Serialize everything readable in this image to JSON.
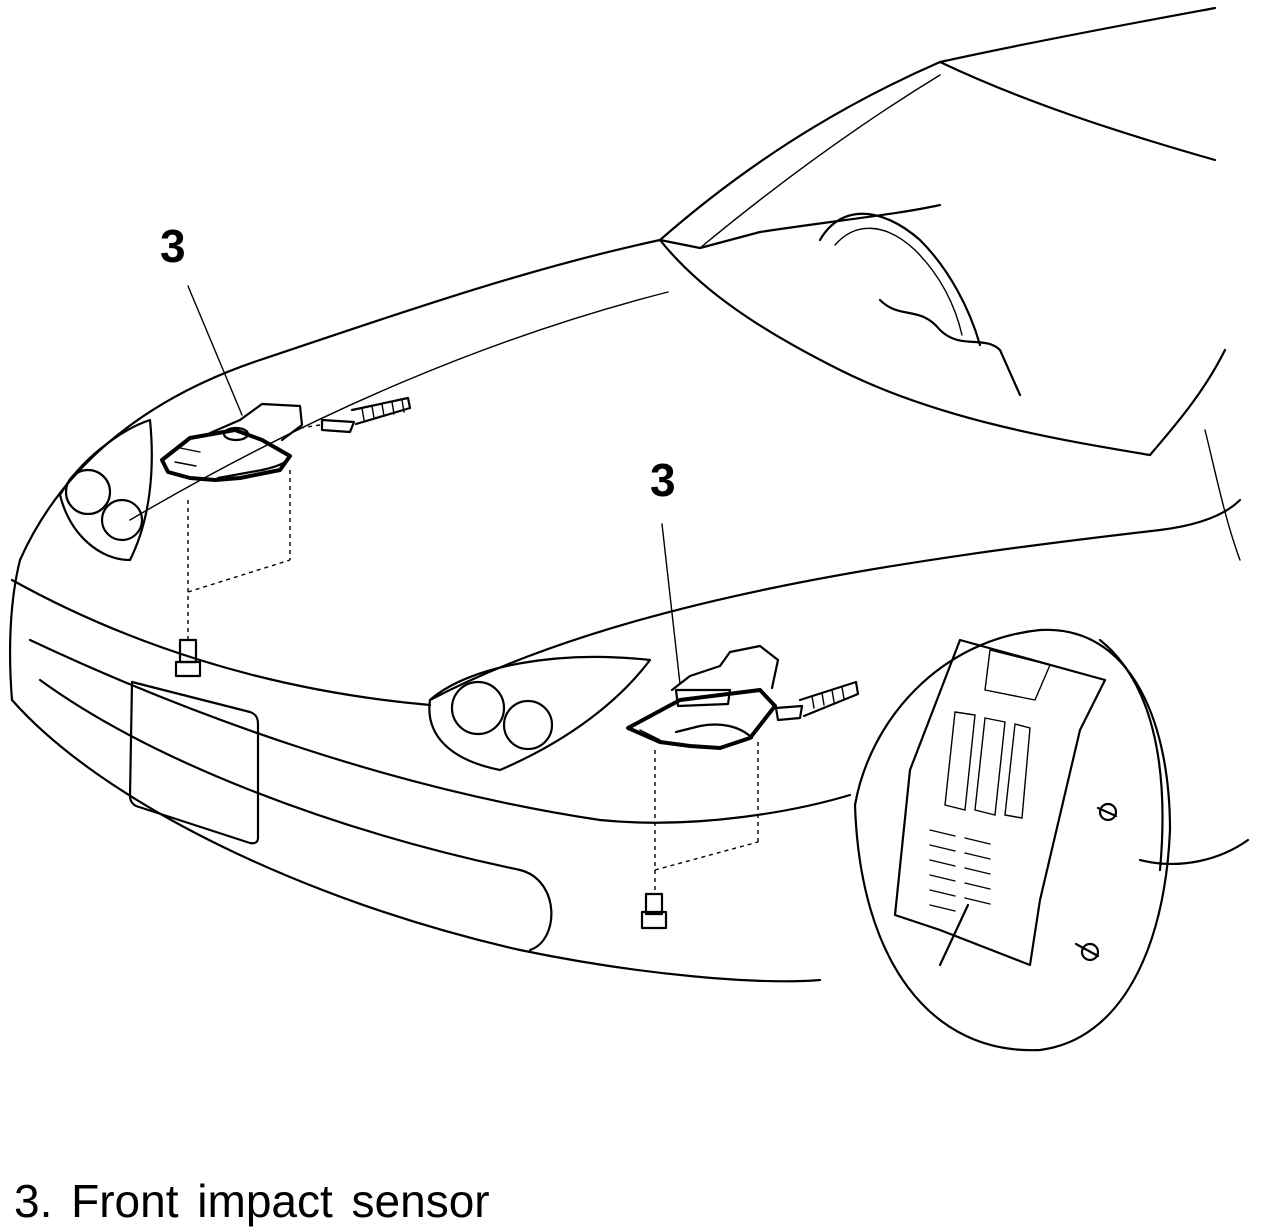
{
  "callouts": {
    "left_sensor": "3",
    "center_sensor": "3"
  },
  "legend": {
    "item_3": "3. Front impact sensor"
  },
  "colors": {
    "ink": "#000000",
    "paper": "#ffffff"
  }
}
